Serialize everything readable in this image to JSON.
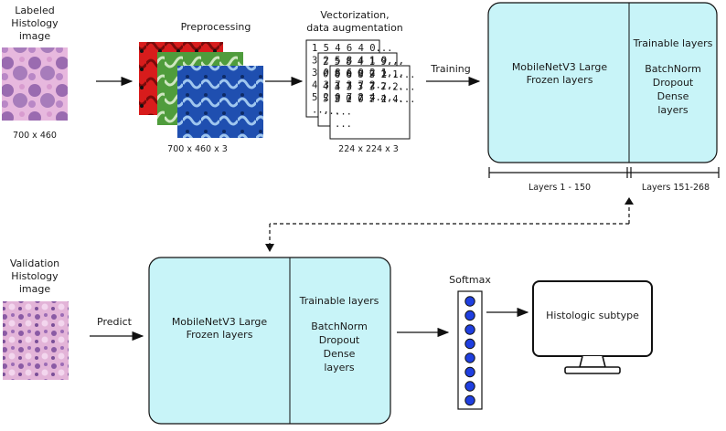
{
  "top": {
    "input_title": [
      "Labeled",
      "Histology",
      "image"
    ],
    "input_size": "700 x 460",
    "preprocessing_label": "Preprocessing",
    "preprocessing_size": "700 x 460 x 3",
    "vectorization_label": [
      "Vectorization,",
      "data augmentation"
    ],
    "vector_rows": [
      [
        "1 5 4 6 4 0...",
        "3 2 5 8 4 1 9...",
        "3 0 8 6 9 2 1...",
        "4 3 7 3 7 2...",
        "5 2 0 7 2 4...",
        "...",
        "..."
      ],
      [
        "2 5 8 4 1 9...",
        "0 8 6 9 2 1...",
        "4 3 7 3 7 2...",
        "5 2 0 7 2 4...",
        "...",
        "..."
      ],
      [
        "0 8 6 9 2 1...",
        "4 3 7 3 7 2...",
        "5 2 0 7 2 4...",
        "...",
        "..."
      ]
    ],
    "vector_size": "224 x 224 x 3",
    "training_label": "Training",
    "model_frozen": [
      "MobileNetV3 Large",
      "Frozen layers"
    ],
    "model_trainable_title": "Trainable layers",
    "model_trainable_items": [
      "BatchNorm",
      "Dropout",
      "Dense",
      "layers"
    ],
    "bracket_frozen": "Layers 1 - 150",
    "bracket_trainable": "Layers 151-268"
  },
  "bottom": {
    "input_title": [
      "Validation",
      "Histology",
      "image"
    ],
    "predict_label": "Predict",
    "model_frozen": [
      "MobileNetV3 Large",
      "Frozen layers"
    ],
    "model_trainable_title": "Trainable layers",
    "model_trainable_items": [
      "BatchNorm",
      "Dropout",
      "Dense",
      "layers"
    ],
    "softmax_label": "Softmax",
    "output_label": "Histologic subtype"
  },
  "colors": {
    "model_fill": "#c8f4f8",
    "preprocess_red": "#d81c1c",
    "preprocess_green": "#4f9c3c",
    "preprocess_blue": "#1f4fb0",
    "histo_pink": "#c88fbf",
    "histo_purple": "#7b4f9a",
    "softmax_node": "#1f3fe0"
  }
}
